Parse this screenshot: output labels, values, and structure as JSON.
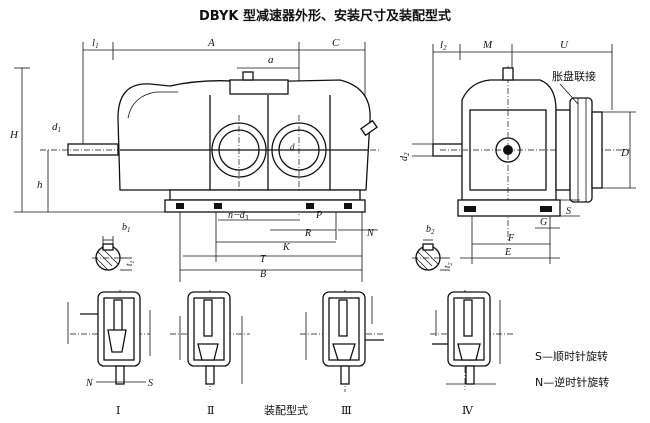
{
  "title": "DBYK 型减速器外形、安装尺寸及装配型式",
  "front_view": {
    "top_dims": {
      "l1": "l",
      "l1_sub": "1",
      "A": "A",
      "C": "C",
      "a": "a"
    },
    "left_dims": {
      "H": "H",
      "h": "h",
      "d1": "d",
      "d1_sub": "1",
      "d": "d"
    },
    "bottom_dims": {
      "n_d3": "n−d",
      "n_d3_sub": "3",
      "P": "P",
      "R": "R",
      "N": "N",
      "K": "K",
      "T": "T",
      "B": "B"
    }
  },
  "side_view": {
    "top_dims": {
      "l2": "l",
      "l2_sub": "2",
      "M": "M",
      "U": "U"
    },
    "labels": {
      "coupling": "胀盘联接"
    },
    "dims": {
      "d2": "d",
      "d2_sub": "2",
      "D": "D",
      "S": "S",
      "G": "G",
      "F": "F",
      "E": "E"
    }
  },
  "keyway_sections": [
    {
      "b": "b",
      "b_sub": "1",
      "t": "t",
      "t_sub": "1"
    },
    {
      "b": "b",
      "b_sub": "2",
      "t": "t",
      "t_sub": "2"
    }
  ],
  "assembly": {
    "types": [
      "Ⅰ",
      "Ⅱ",
      "Ⅲ",
      "Ⅳ"
    ],
    "caption": "装配型式",
    "n_label": "N",
    "s_label": "S",
    "legend": [
      "S—顺时针旋转",
      "N—逆时针旋转"
    ]
  }
}
